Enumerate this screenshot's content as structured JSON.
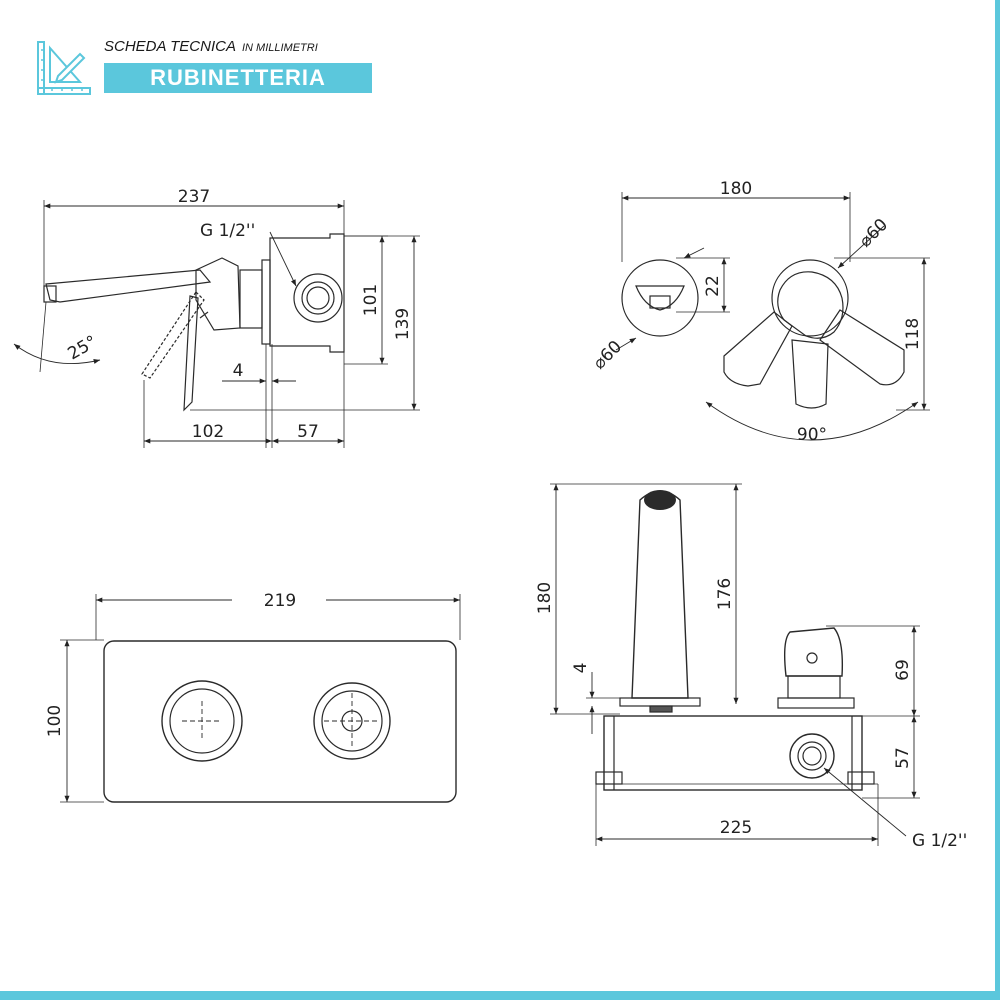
{
  "header": {
    "title": "SCHEDA TECNICA",
    "unit_note": "IN MILLIMETRI",
    "category": "RUBINETTERIA",
    "accent_color": "#5bc7dc",
    "icon": "ruler-pencil-icon"
  },
  "side_view": {
    "width": "237",
    "thread": "G 1/2''",
    "height_inner": "101",
    "height_total": "139",
    "angle": "25°",
    "offset": "4",
    "spout_depth": "102",
    "body_depth": "57"
  },
  "top_view": {
    "width": "180",
    "knob_diameter": "⌀60",
    "aerator_diameter": "⌀60",
    "aerator_offset": "22",
    "depth": "118",
    "rotation": "90°"
  },
  "front_plate": {
    "width": "219",
    "height": "100"
  },
  "rear_view": {
    "height_total": "180",
    "spout_height": "176",
    "plate_gap": "4",
    "handle_height": "69",
    "body_height": "57",
    "width": "225",
    "thread": "G 1/2''"
  }
}
